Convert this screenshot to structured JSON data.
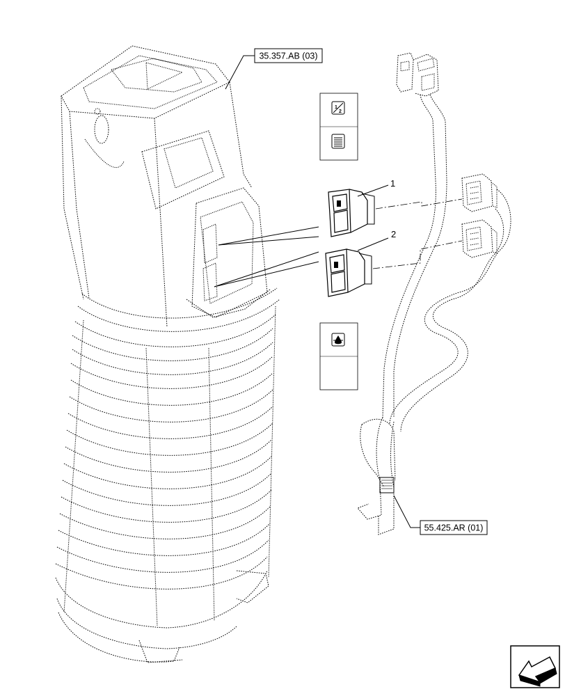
{
  "references": {
    "lever_ref": "35.357.AB (03)",
    "harness_ref": "55.425.AR (01)"
  },
  "callouts": {
    "item1": "1",
    "item2": "2"
  },
  "symbols": {
    "top_panel": [
      "one-half-speed-icon",
      "striped-square-icon"
    ],
    "bottom_panel": [
      "hydraulic-drop-icon"
    ]
  },
  "nav": {
    "arrow": "next-page-arrow-icon"
  }
}
